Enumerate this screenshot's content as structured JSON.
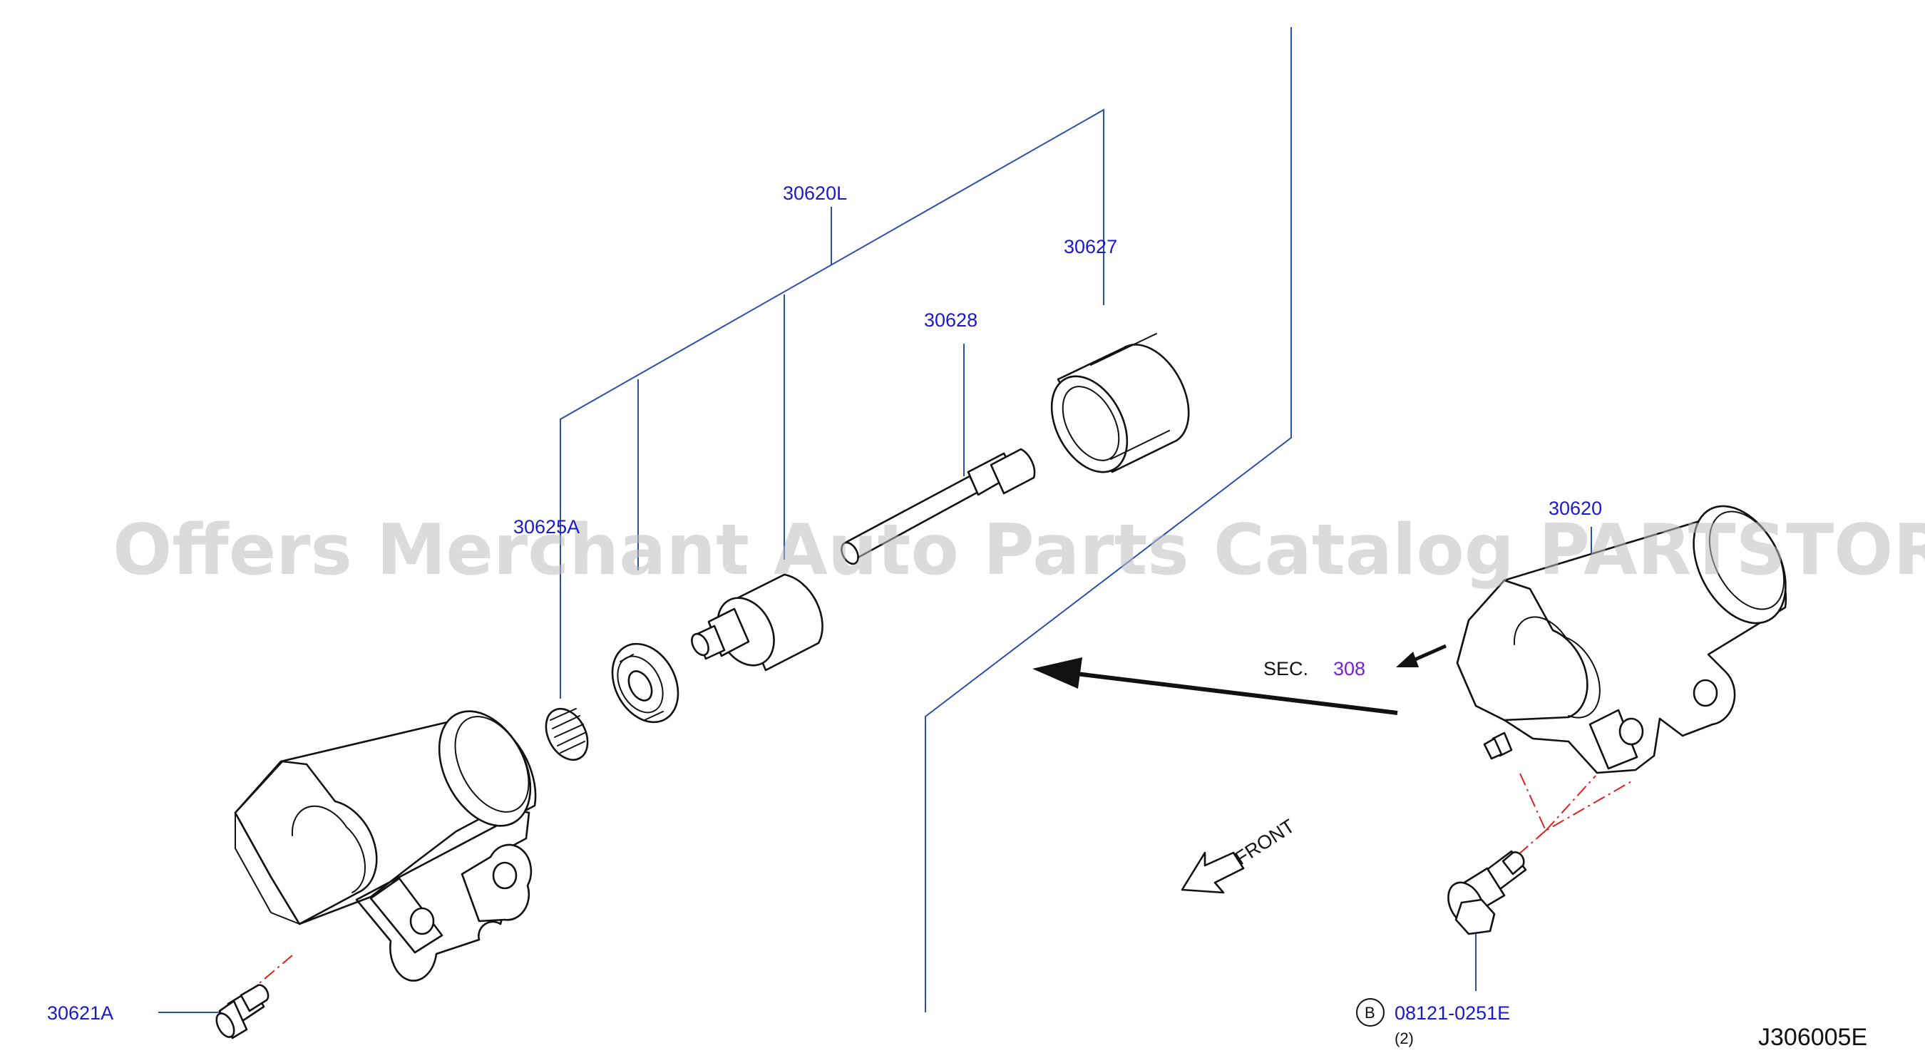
{
  "labels": {
    "assembly_kit": "30620L",
    "piston_cup": "30627",
    "push_rod": "30628",
    "spring": "30625A",
    "cylinder_right": "30620",
    "bleeder_screw": "30621A",
    "bolt": "08121-0251E",
    "bolt_qty": "(2)",
    "bolt_circle": "B",
    "section_prefix": "SEC.",
    "section_number": "308",
    "front": "FRONT",
    "diagram_code": "J306005E"
  },
  "watermark": "Offers Merchant Auto Parts Catalog PARTSTORE.SA",
  "colors": {
    "leader_line": "#2a4fae",
    "part_number_text": "#1a1acc",
    "section_link": "#7a1fd6",
    "center_line": "#e02020",
    "watermark": "#bdbdbd"
  }
}
